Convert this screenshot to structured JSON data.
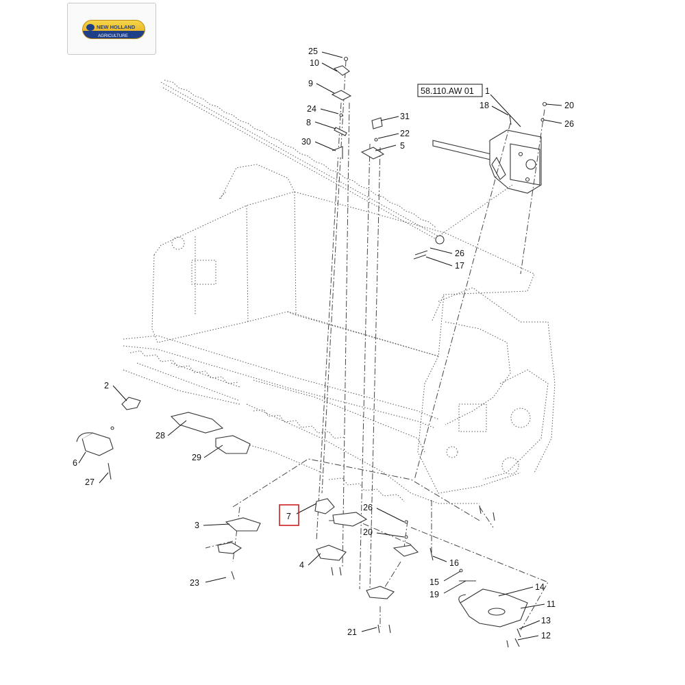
{
  "logo": {
    "brand": "NEW HOLLAND",
    "sub": "AGRICULTURE"
  },
  "reference_box": "58.110.AW 01",
  "labels": [
    "1",
    "2",
    "3",
    "4",
    "5",
    "6",
    "7",
    "8",
    "9",
    "10",
    "11",
    "12",
    "13",
    "14",
    "15",
    "16",
    "17",
    "18",
    "19",
    "20",
    "20",
    "21",
    "22",
    "23",
    "24",
    "25",
    "26",
    "26",
    "26",
    "27",
    "28",
    "29",
    "30",
    "31"
  ],
  "colors": {
    "highlight": "#cc1f1f",
    "logo_blue": "#1f3f86",
    "logo_yellow": "#f2c535",
    "line": "#333333"
  }
}
